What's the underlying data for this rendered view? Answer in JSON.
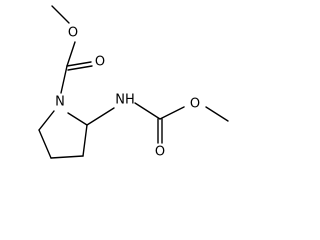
{
  "molecule": {
    "atoms": {
      "ring_nitrogen": "N",
      "carbonyl_oxygen_top": "O",
      "ester_oxygen_top": "O",
      "amide_nitrogen": "NH",
      "carbonyl_oxygen_right": "O",
      "ester_oxygen_right": "O"
    }
  }
}
